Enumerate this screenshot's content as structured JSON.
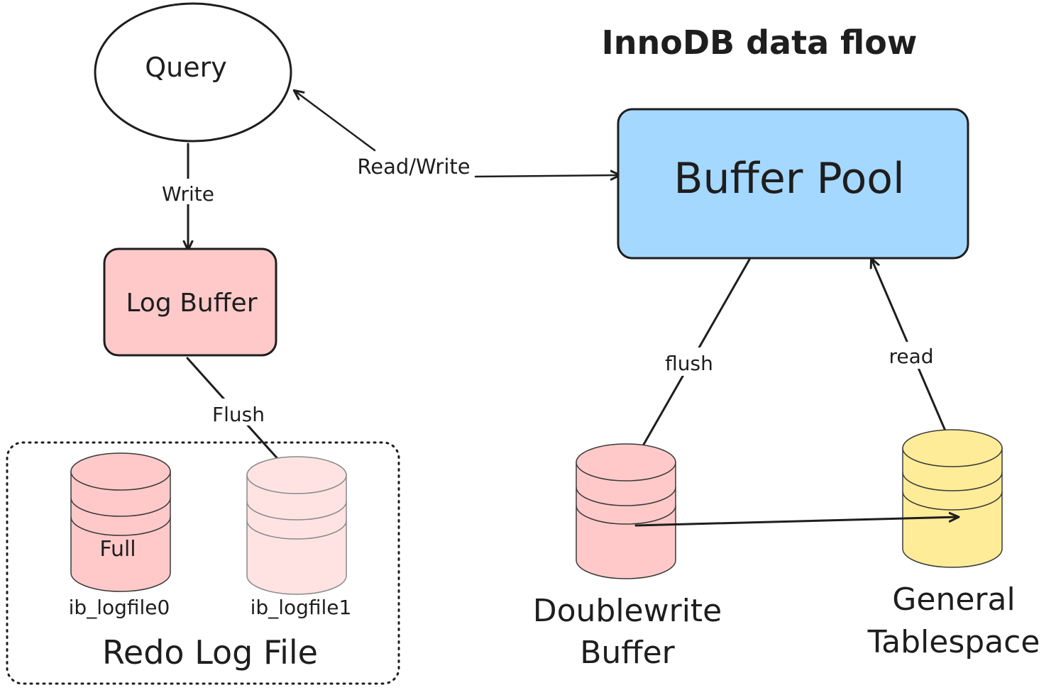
{
  "diagram": {
    "title": "InnoDB data flow",
    "nodes": {
      "query": {
        "label": "Query"
      },
      "buffer_pool": {
        "label": "Buffer Pool",
        "fill": "#a5d8ff"
      },
      "log_buffer": {
        "label": "Log Buffer",
        "fill": "#ffc9c9"
      },
      "redo_group": {
        "label": "Redo Log File"
      },
      "logfile0": {
        "label": "ib_logfile0",
        "inner_label": "Full",
        "fill": "#ffc9c9"
      },
      "logfile1": {
        "label": "ib_logfile1",
        "fill": "#ffe3e3"
      },
      "doublewrite": {
        "label_line1": "Doublewrite",
        "label_line2": "Buffer",
        "fill": "#ffc9c9"
      },
      "tablespace": {
        "label_line1": "General",
        "label_line2": "Tablespace",
        "fill": "#ffec99"
      }
    },
    "edges": {
      "read_write": "Read/Write",
      "write": "Write",
      "flush_log": "Flush",
      "flush_pool": "flush",
      "read": "read"
    },
    "colors": {
      "stroke": "#1e1e1e",
      "buffer_pool": "#a5d8ff",
      "pink": "#ffc9c9",
      "light_pink": "#ffe3e3",
      "yellow": "#ffec99"
    }
  }
}
